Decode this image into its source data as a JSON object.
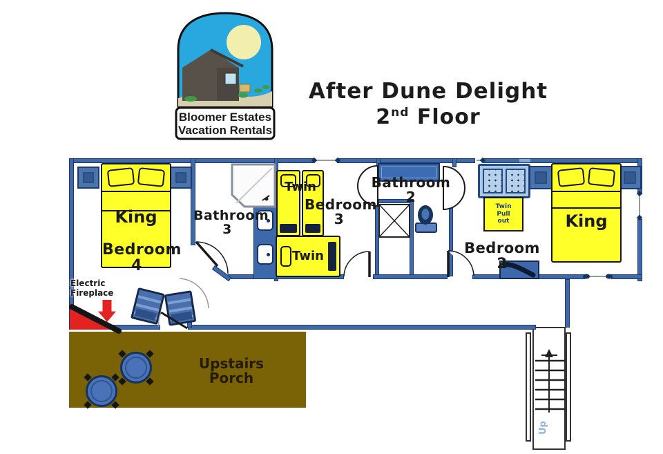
{
  "header": {
    "logo": {
      "line1": "Bloomer Estates",
      "line2": "Vacation Rentals"
    },
    "title": {
      "line1": "After Dune Delight",
      "line2_number": "2",
      "line2_ordinal": "nd",
      "line2_rest": "Floor"
    }
  },
  "rooms": {
    "bedroom4": {
      "name": "Bedroom",
      "number": "4",
      "bed": "King"
    },
    "bathroom3": {
      "name": "Bathroom",
      "number": "3"
    },
    "bedroom3": {
      "name": "Bedroom",
      "number": "3",
      "twin_top": "Twin",
      "twin_bottom": "Twin"
    },
    "bathroom2": {
      "name": "Bathroom",
      "number": "2"
    },
    "bedroom2": {
      "name": "Bedroom 2",
      "bed": "King",
      "pullout": "Twin\nPull\nout"
    },
    "porch": {
      "name": "Upstairs Porch"
    },
    "stairs": {
      "direction": "Up"
    }
  },
  "annotations": {
    "fireplace": "Electric\nFireplace"
  },
  "colors": {
    "wall_blue": "#3f69a8",
    "wall_dark": "#1e3a6e",
    "bed_yellow": "#ffff29",
    "porch_brown": "#7a6206",
    "fireplace_red": "#e32222",
    "couch_blue": "#a9c7e6",
    "table_blue": "#4a72b8",
    "stairs_up_text": "#8fb4d9",
    "logo_sky": "#29a7df",
    "logo_sun": "#f2efae",
    "logo_house": "#57514a",
    "logo_sand": "#d8cfae",
    "logo_grass": "#3f9b44"
  }
}
